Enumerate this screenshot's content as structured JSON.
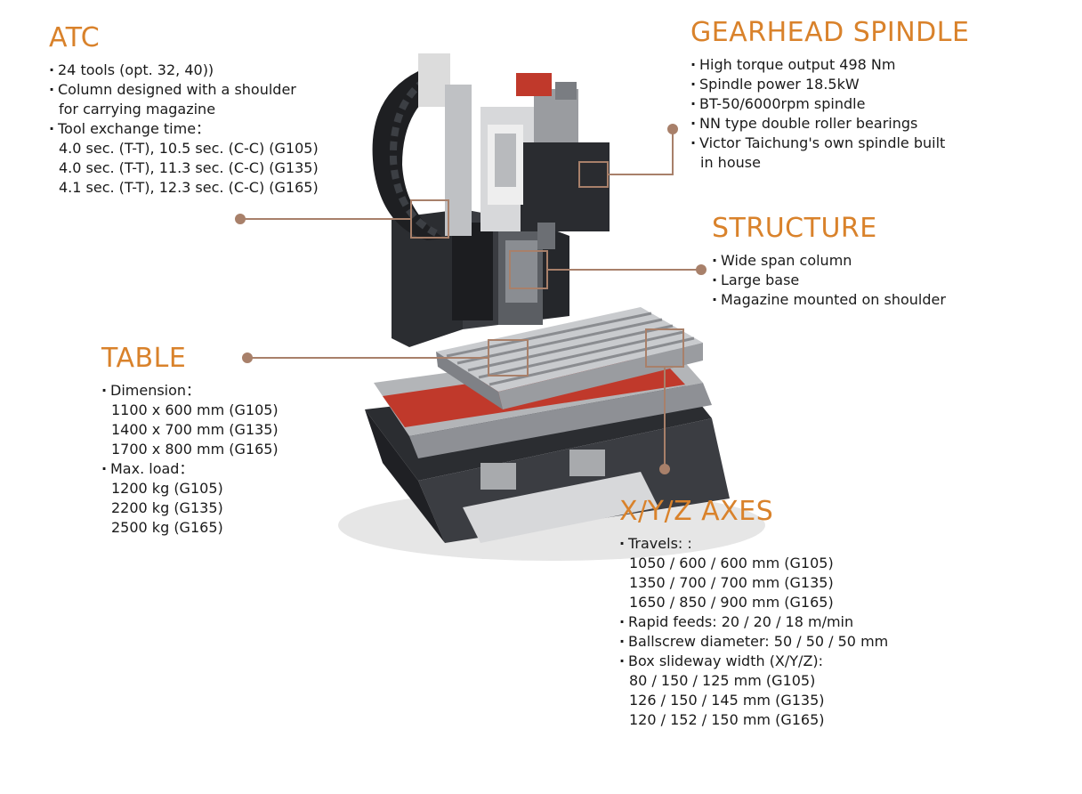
{
  "atc": {
    "title": "ATC",
    "lines": [
      {
        "type": "bullet",
        "text": "24 tools (opt. 32, 40))"
      },
      {
        "type": "bullet",
        "text": "Column designed with a shoulder"
      },
      {
        "type": "sub",
        "text": "for carrying magazine"
      },
      {
        "type": "bullet",
        "text": "Tool exchange time："
      },
      {
        "type": "sub",
        "text": "4.0 sec. (T-T), 10.5 sec. (C-C) (G105)"
      },
      {
        "type": "sub",
        "text": "4.0 sec. (T-T), 11.3 sec. (C-C) (G135)"
      },
      {
        "type": "sub",
        "text": "4.1 sec. (T-T), 12.3 sec. (C-C) (G165)"
      }
    ]
  },
  "gearhead": {
    "title": "GEARHEAD SPINDLE",
    "lines": [
      {
        "type": "bullet",
        "text": "High torque output 498 Nm"
      },
      {
        "type": "bullet",
        "text": "Spindle power 18.5kW"
      },
      {
        "type": "bullet",
        "text": "BT-50/6000rpm spindle"
      },
      {
        "type": "bullet",
        "text": "NN type double roller bearings"
      },
      {
        "type": "bullet",
        "text": "Victor Taichung's own spindle built"
      },
      {
        "type": "sub",
        "text": "in house"
      }
    ]
  },
  "structure": {
    "title": "STRUCTURE",
    "lines": [
      {
        "type": "bullet",
        "text": "Wide span column"
      },
      {
        "type": "bullet",
        "text": "Large base"
      },
      {
        "type": "bullet",
        "text": "Magazine mounted on shoulder"
      }
    ]
  },
  "table": {
    "title": "TABLE",
    "lines": [
      {
        "type": "bullet",
        "text": "Dimension："
      },
      {
        "type": "sub",
        "text": "1100 x 600 mm (G105)"
      },
      {
        "type": "sub",
        "text": "1400 x 700 mm (G135)"
      },
      {
        "type": "sub",
        "text": "1700 x 800 mm (G165)"
      },
      {
        "type": "bullet",
        "text": "Max. load："
      },
      {
        "type": "sub",
        "text": "1200 kg (G105)"
      },
      {
        "type": "sub",
        "text": "2200 kg (G135)"
      },
      {
        "type": "sub",
        "text": "2500 kg (G165)"
      }
    ]
  },
  "axes": {
    "title": "X/Y/Z AXES",
    "lines": [
      {
        "type": "bullet",
        "text": "Travels: :"
      },
      {
        "type": "sub",
        "text": "1050 / 600 / 600 mm (G105)"
      },
      {
        "type": "sub",
        "text": "1350 / 700 / 700 mm (G135)"
      },
      {
        "type": "sub",
        "text": "1650 / 850 / 900 mm (G165)"
      },
      {
        "type": "bullet",
        "text": "Rapid feeds: 20 / 20 / 18 m/min"
      },
      {
        "type": "bullet",
        "text": "Ballscrew diameter: 50 / 50 / 50 mm"
      },
      {
        "type": "bullet",
        "text": "Box slideway width (X/Y/Z):"
      },
      {
        "type": "sub",
        "text": "80 / 150 / 125 mm (G105)"
      },
      {
        "type": "sub",
        "text": "126 / 150 / 145 mm (G135)"
      },
      {
        "type": "sub",
        "text": "120 / 152 / 150 mm (G165)"
      }
    ]
  },
  "colors": {
    "heading": "#d9822b",
    "callout": "#a8806a",
    "machine_dark": "#2b2d31",
    "table_gray": "#c9cbce",
    "accent_red": "#c0392b"
  },
  "icons": [
    "machine-illustration"
  ]
}
